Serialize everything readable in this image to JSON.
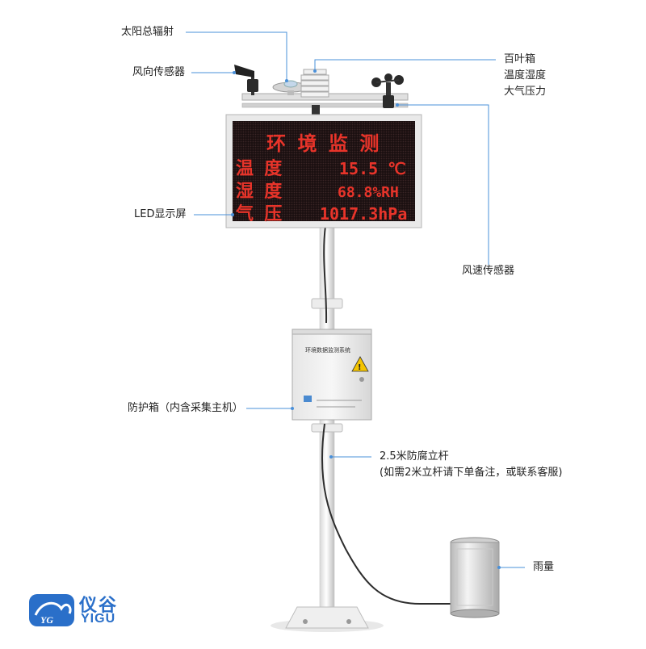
{
  "labels": {
    "solar_radiation": "太阳总辐射",
    "wind_direction": "风向传感器",
    "shutter_box": [
      "百叶箱",
      "温度湿度",
      "大气压力"
    ],
    "led_screen": "LED显示屏",
    "wind_speed": "风速传感器",
    "protection_box": "防护箱（内含采集主机）",
    "pole": [
      "2.5米防腐立杆",
      "(如需2米立杆请下单备注，或联系客服)"
    ],
    "rain_gauge": "雨量"
  },
  "led_display": {
    "row1": "环 境 监 测",
    "row2_label": "温 度",
    "row2_value": "15.5 ℃",
    "row3_label": "湿 度",
    "row3_value": "68.8%RH",
    "row4_label": "气 压",
    "row4_value": "1017.3hPa"
  },
  "enclosure": {
    "title": "环境数据监测系统",
    "warning": "!"
  },
  "logo": {
    "name_cn": "仪谷",
    "name_en": "YIGU"
  },
  "colors": {
    "callout_line": "#4a90d9",
    "led_text": "#e8342a",
    "pole": "#f2f2f2",
    "brand": "#2a6fc9"
  }
}
